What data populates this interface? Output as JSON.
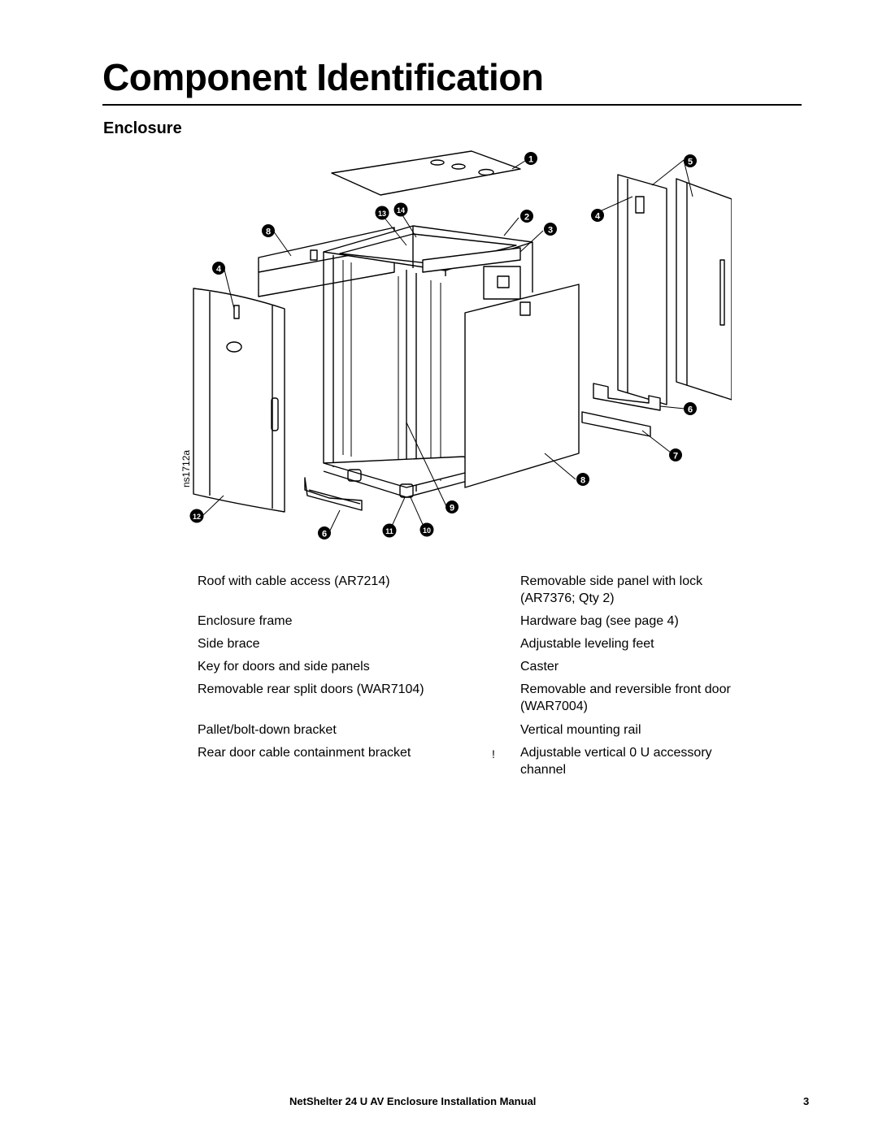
{
  "page": {
    "title": "Component Identification",
    "section": "Enclosure"
  },
  "figure": {
    "code": "ns1712a",
    "callouts": [
      "1",
      "2",
      "3",
      "4",
      "4",
      "5",
      "6",
      "6",
      "7",
      "8",
      "8",
      "9",
      "10",
      "11",
      "12",
      "13",
      "14"
    ]
  },
  "legend": {
    "left": [
      "Roof with cable access (AR7214)",
      "Enclosure frame",
      "Side brace",
      "Key for doors and side panels",
      "Removable rear split doors (WAR7104)",
      "Pallet/bolt-down bracket",
      "Rear door cable containment bracket"
    ],
    "right": [
      "Removable side panel with lock (AR7376; Qty 2)",
      "Hardware bag (see page 4)",
      "Adjustable leveling feet",
      "Caster",
      "Removable and reversible front door (WAR7004)",
      "Vertical mounting rail",
      "Adjustable vertical 0 U accessory channel"
    ],
    "stray_mark": "!"
  },
  "footer": {
    "manual_title": "NetShelter 24 U AV Enclosure Installation Manual",
    "page_number": "3"
  }
}
